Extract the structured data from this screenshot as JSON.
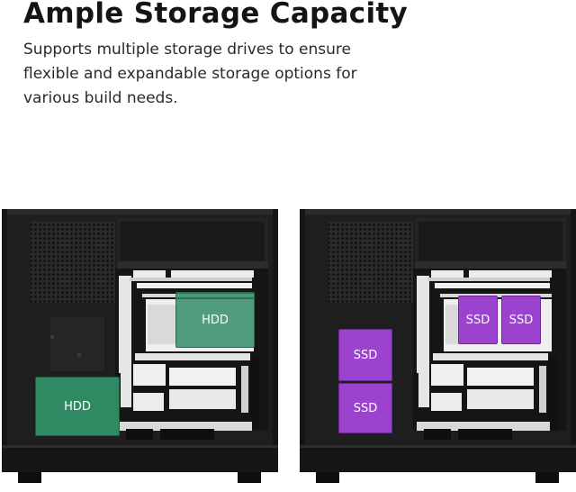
{
  "heading": {
    "title": "Ample Storage Capacity",
    "description": "Supports multiple storage drives to ensure flexible and expandable storage options for various build needs."
  },
  "figures": [
    {
      "name": "case-hdd-layout",
      "drives": [
        {
          "type": "hdd",
          "label": "HDD"
        },
        {
          "type": "hdd",
          "label": "HDD"
        }
      ]
    },
    {
      "name": "case-ssd-layout",
      "drives": [
        {
          "type": "ssd",
          "label": "SSD"
        },
        {
          "type": "ssd",
          "label": "SSD"
        },
        {
          "type": "ssd",
          "label": "SSD"
        },
        {
          "type": "ssd",
          "label": "SSD"
        }
      ]
    }
  ],
  "colors": {
    "hdd": "#2e8a63",
    "ssd": "#9b42cf",
    "case": "#1e1e1e"
  }
}
